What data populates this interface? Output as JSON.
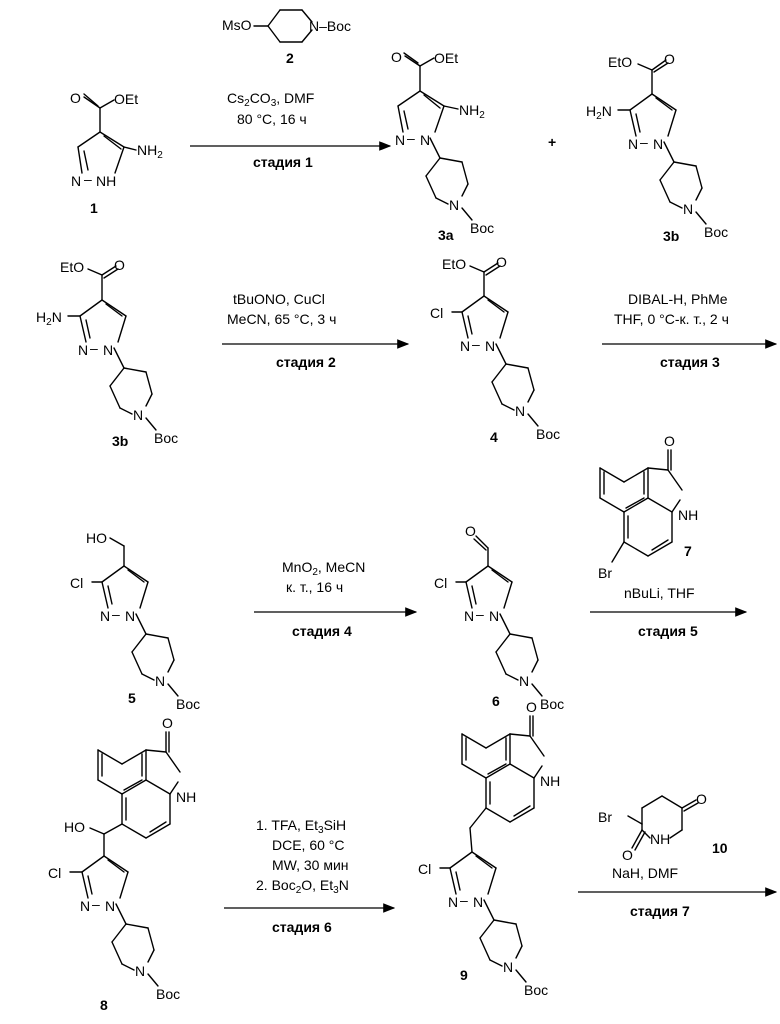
{
  "compounds": {
    "c1": "1",
    "c2": "2",
    "c3a": "3a",
    "c3b": "3b",
    "c3b_row2": "3b",
    "c4": "4",
    "c5": "5",
    "c6": "6",
    "c7": "7",
    "c8": "8",
    "c9": "9",
    "c10": "10"
  },
  "atoms": {
    "OEt": "OEt",
    "EtO": "EtO",
    "O": "O",
    "N": "N",
    "NH": "NH",
    "NH2": "NH",
    "H2N": "H",
    "sub2": "2",
    "Boc": "Boc",
    "MsO": "MsO",
    "Cl": "Cl",
    "HO": "HO",
    "Br": "Br",
    "N_Boc": "N–Boc"
  },
  "steps": {
    "s1": {
      "l1a": "Cs",
      "l1b": "2",
      "l1c": "CO",
      "l1d": "3",
      "l1e": ", DMF",
      "l2": "80 °C, 16 ч",
      "stage": "стадия 1"
    },
    "s2": {
      "l1": "tBuONO, CuCl",
      "l2": "MeCN, 65 °C, 3 ч",
      "stage": "стадия 2"
    },
    "s3": {
      "l1": "DIBAL-H, PhMe",
      "l2": "THF, 0 °C-к. т., 2 ч",
      "stage": "стадия 3"
    },
    "s4": {
      "l1a": "MnO",
      "l1b": "2",
      "l1c": ", MeCN",
      "l2": "к. т., 16 ч",
      "stage": "стадия 4"
    },
    "s5": {
      "l1": "nBuLi, THF",
      "stage": "стадия 5"
    },
    "s6": {
      "l1": "1. TFA, Et",
      "l1b": "3",
      "l1c": "SiH",
      "l2": "DCE, 60 °C",
      "l3": "MW, 30 мин",
      "l4a": "2. Boc",
      "l4b": "2",
      "l4c": "O, Et",
      "l4d": "3",
      "l4e": "N",
      "stage": "стадия 6"
    },
    "s7": {
      "l1": "NaH, DMF",
      "stage": "стадия 7"
    }
  },
  "plus": "+"
}
